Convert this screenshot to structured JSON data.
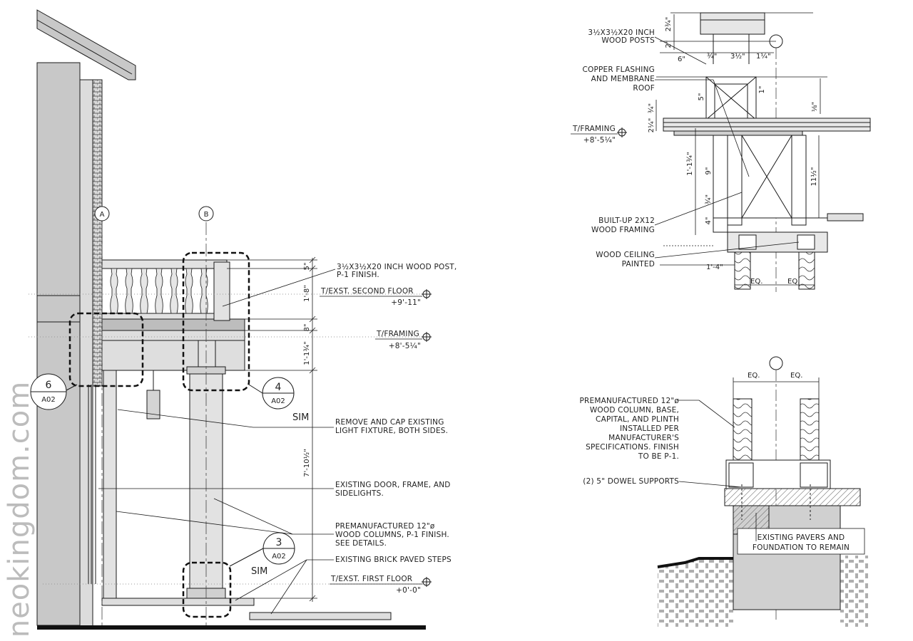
{
  "watermark": "neokingdom.com",
  "elevation": {
    "grids": {
      "a": "A",
      "b": "B"
    },
    "callouts": [
      {
        "num": "6",
        "sheet": "A02"
      },
      {
        "num": "4",
        "sheet": "A02"
      },
      {
        "num": "3",
        "sheet": "A02"
      }
    ],
    "sim1": "SIM",
    "sim2": "SIM",
    "notes": {
      "post_l1": "3½X3½X20 INCH WOOD POST,",
      "post_l2": "P-1 FINISH.",
      "light_l1": "REMOVE AND CAP EXISTING",
      "light_l2": "LIGHT FIXTURE, BOTH SIDES.",
      "door_l1": "EXISTING DOOR, FRAME, AND",
      "door_l2": "SIDELIGHTS.",
      "col_l1": "PREMANUFACTURED 12\"ø",
      "col_l2": "WOOD COLUMNS, P-1 FINISH.",
      "col_l3": "SEE DETAILS.",
      "steps": "EXISTING BRICK PAVED STEPS"
    },
    "levels": {
      "second_label": "T/EXST. SECOND FLOOR",
      "second_value": "+9'-11\"",
      "framing_label": "T/FRAMING",
      "framing_value": "+8'-5¼\"",
      "first_label": "T/EXST. FIRST FLOOR",
      "first_value": "+0'-0\""
    },
    "dims": {
      "d1": "5\"",
      "d2": "1'-8\"",
      "d3": "8\"",
      "d4": "1'-1¾\"",
      "d5": "7'-10½\""
    }
  },
  "detail_top": {
    "notes": {
      "posts_l1": "3½X3½X20 INCH",
      "posts_l2": "WOOD POSTS",
      "flash_l1": "COPPER FLASHING",
      "flash_l2": "AND MEMBRANE",
      "flash_l3": "ROOF",
      "frame_l1": "BUILT-UP 2X12",
      "frame_l2": "WOOD FRAMING",
      "ceil_l1": "WOOD CEILING",
      "ceil_l2": "PAINTED"
    },
    "level_label": "T/FRAMING",
    "level_value": "+8'-5¼\"",
    "dims": {
      "h1": "6\"",
      "h2": "¾\"",
      "h3": "3½\"",
      "h4": "1¼\"",
      "v1": "2¾\"",
      "v2": "2\"",
      "v3": "5\"",
      "v4": "1\"",
      "v5": "⅛\"",
      "v6": "¾\"",
      "v7": "2¼\"",
      "v8": "1'-1¾\"",
      "v9": "9\"",
      "v10": "¾\"",
      "v11": "4\"",
      "v12": "11½\"",
      "w1": "1'-4\"",
      "eq1": "EQ.",
      "eq2": "EQ."
    }
  },
  "detail_bottom": {
    "eq1": "EQ.",
    "eq2": "EQ.",
    "notes": {
      "col_l1": "PREMANUFACTURED 12\"ø",
      "col_l2": "WOOD COLUMN, BASE,",
      "col_l3": "CAPITAL, AND PLINTH",
      "col_l4": "INSTALLED PER",
      "col_l5": "MANUFACTURER'S",
      "col_l6": "SPECIFICATIONS. FINISH",
      "col_l7": "TO BE P-1.",
      "dowel": "(2) 5\" DOWEL SUPPORTS",
      "pav_l1": "EXISTING PAVERS AND",
      "pav_l2": "FOUNDATION TO REMAIN"
    }
  },
  "colors": {
    "line": "#1a1a1a",
    "fill": "#c8c8c8",
    "light": "#e2e2e2",
    "watermark": "#bcbcbc"
  }
}
